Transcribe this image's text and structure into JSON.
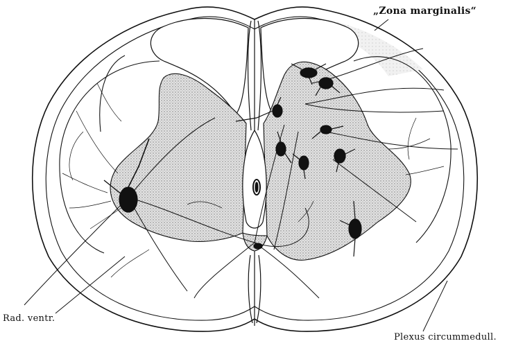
{
  "labels": {
    "zona_marginalis": "„Zona marginalis“",
    "rad_ventr": "Rad. ventr.",
    "plexus_circummedull": "Plexus circummedull."
  },
  "colors": {
    "ink": "#111111",
    "gray_matter_fill": "#c9c9c9",
    "background": "#ffffff"
  }
}
